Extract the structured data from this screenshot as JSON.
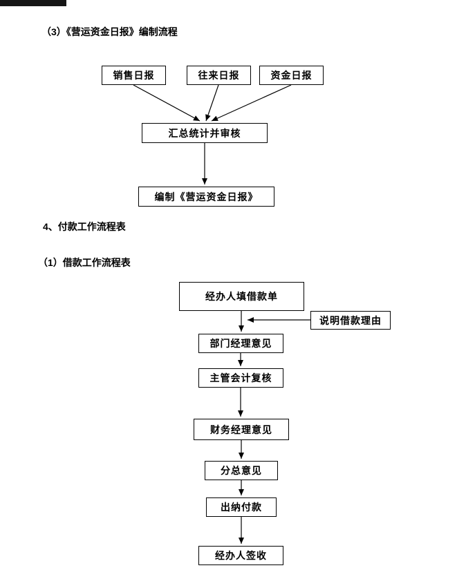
{
  "headings": {
    "section3": "（3）《营运资金日报》编制流程",
    "section4": "4、付款工作流程表",
    "section4_1": "（1）借款工作流程表"
  },
  "flowchart_daily_report": {
    "sources": [
      "销售日报",
      "往来日报",
      "资金日报"
    ],
    "merge": "汇总统计并审核",
    "output": "编制《营运资金日报》"
  },
  "flowchart_loan": {
    "steps": [
      "经办人填借款单",
      "部门经理意见",
      "主管会计复核",
      "财务经理意见",
      "分总意见",
      "出纳付款",
      "经办人签收"
    ],
    "annotation": "说明借款理由"
  }
}
